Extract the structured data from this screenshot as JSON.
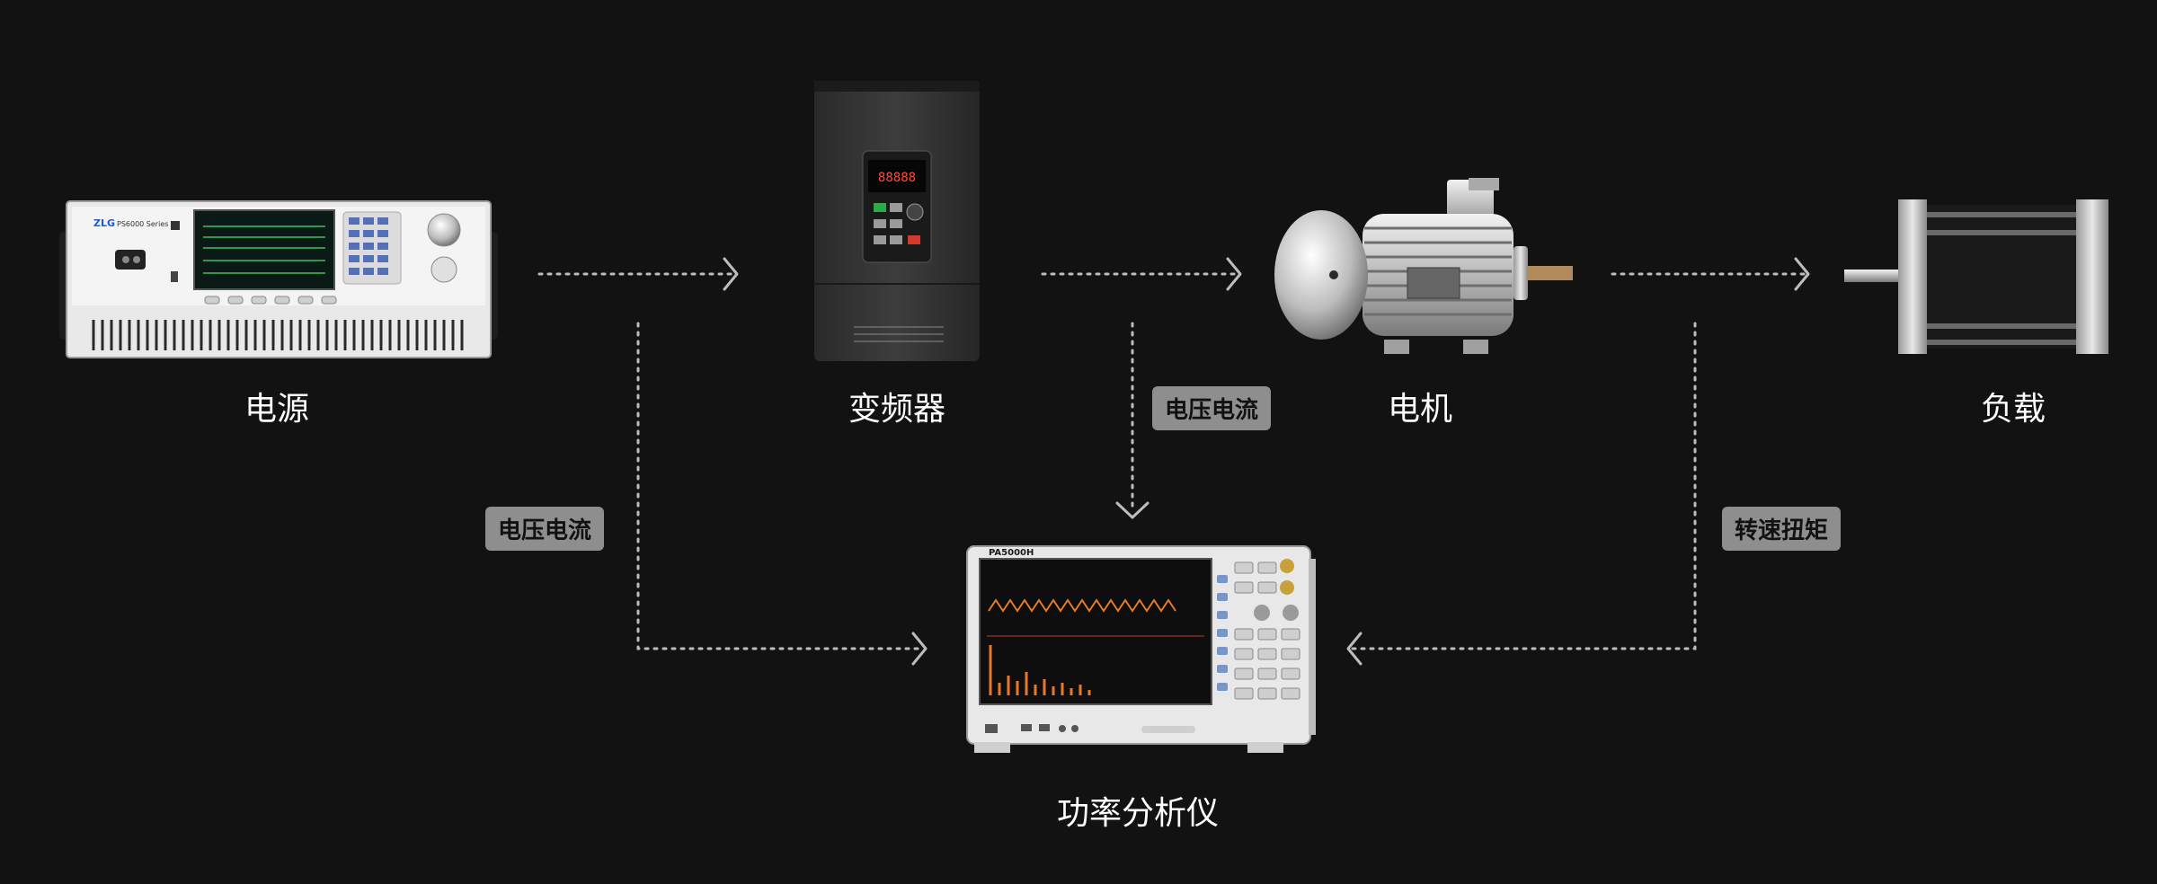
{
  "nodes": {
    "power_supply": "电源",
    "inverter": "变频器",
    "motor": "电机",
    "load": "负载",
    "analyzer": "功率分析仪"
  },
  "badges": {
    "voltage_current_left": "电压电流",
    "voltage_current_mid": "电压电流",
    "speed_torque": "转速扭矩"
  },
  "devices": {
    "power_supply_model": "PS6000 Series",
    "power_supply_brand": "ZLG",
    "analyzer_model": "PA5000H",
    "inverter_display": "88888"
  },
  "colors": {
    "background": "#121212",
    "badge": "#8e8e8e",
    "arrow": "#bdbdbd"
  }
}
